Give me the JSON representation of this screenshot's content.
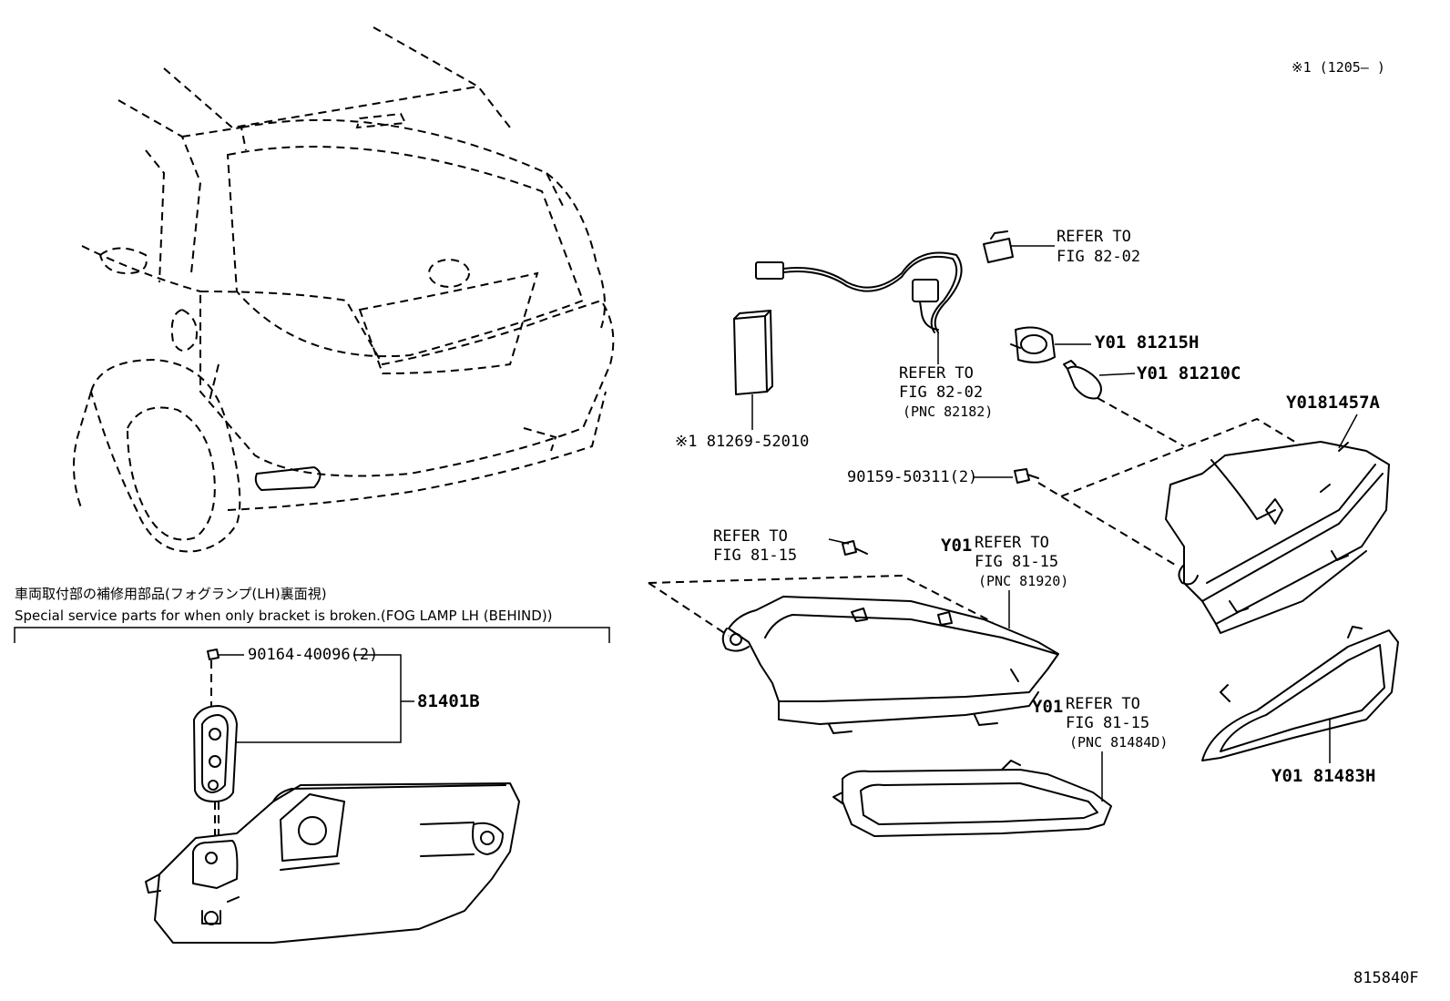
{
  "header": {
    "range_note": "※1 (1205–      )",
    "figure_id": "815840F"
  },
  "section": {
    "title_jp": "車両取付部の補修用部品(フォグランプ(LH)裏面視)",
    "title_en": "Special service parts for when only bracket is broken.(FOG LAMP LH (BEHIND))"
  },
  "callouts": {
    "refer_82_02_top": {
      "line1": "REFER TO",
      "line2": "FIG 82-02"
    },
    "bulb_socket": "Y01 81215H",
    "bulb": "Y01 81210C",
    "refer_82_02_wire": {
      "line1": "REFER TO",
      "line2": "FIG 82-02",
      "line3": "(PNC 82182)"
    },
    "module": "※1 81269-52010",
    "screw_90159": "90159-50311(2)",
    "fog_lamp_assy": "Y0181457A",
    "refer_81_15_screw": {
      "line1": "REFER TO",
      "line2": "FIG 81-15"
    },
    "refer_81_15_lamp": {
      "prefix": "Y01",
      "line1": "REFER TO",
      "line2": "FIG 81-15",
      "line3": "(PNC 81920)"
    },
    "refer_81_15_cover": {
      "prefix": "Y01",
      "line1": "REFER TO",
      "line2": "FIG 81-15",
      "line3": "(PNC 81484D)"
    },
    "bezel": "Y01 81483H",
    "screw_90164": "90164-40096(2)",
    "bracket": "81401B"
  }
}
